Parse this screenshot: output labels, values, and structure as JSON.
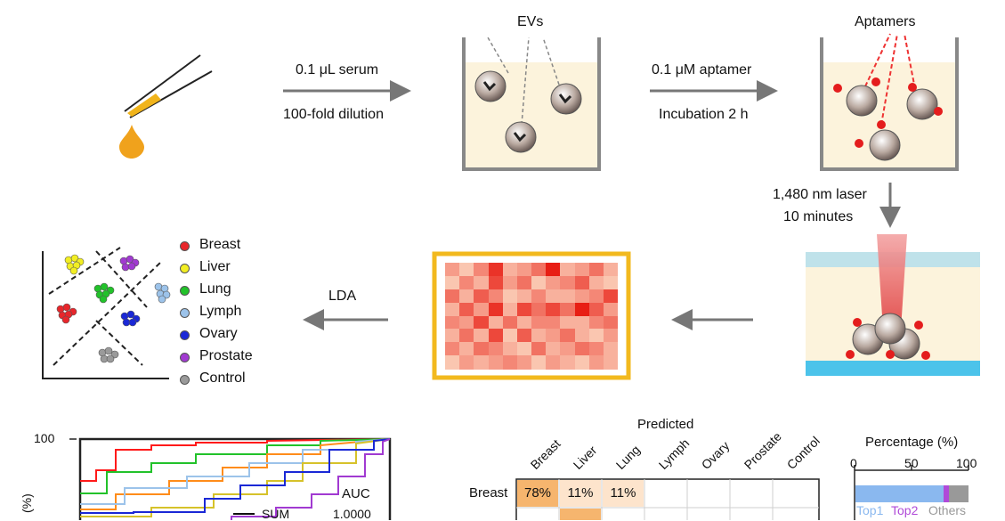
{
  "workflow": {
    "step1_line1": "0.1 μL serum",
    "step1_line2": "100-fold dilution",
    "evs_label": "EVs",
    "step2_line1": "0.1 μM aptamer",
    "step2_line2": "Incubation 2 h",
    "aptamers_label": "Aptamers",
    "laser_line1": "1,480 nm laser",
    "laser_line2": "10 minutes",
    "lda_label": "LDA"
  },
  "legend": [
    {
      "label": "Breast",
      "color": "#e8262b"
    },
    {
      "label": "Liver",
      "color": "#f2ee23"
    },
    {
      "label": "Lung",
      "color": "#22c22a"
    },
    {
      "label": "Lymph",
      "color": "#9cc3ea"
    },
    {
      "label": "Ovary",
      "color": "#1a28d6"
    },
    {
      "label": "Prostate",
      "color": "#a13ad1"
    },
    {
      "label": "Control",
      "color": "#9a9a9a"
    }
  ],
  "heatmap": {
    "rows": 8,
    "cols": 12,
    "values": [
      [
        0.4,
        0.2,
        0.5,
        0.9,
        0.3,
        0.4,
        0.6,
        1.0,
        0.3,
        0.4,
        0.6,
        0.3
      ],
      [
        0.2,
        0.5,
        0.3,
        0.8,
        0.4,
        0.6,
        0.2,
        0.4,
        0.5,
        0.7,
        0.3,
        0.2
      ],
      [
        0.6,
        0.3,
        0.7,
        0.5,
        0.2,
        0.3,
        0.5,
        0.3,
        0.3,
        0.4,
        0.5,
        0.8
      ],
      [
        0.3,
        0.7,
        0.4,
        0.9,
        0.3,
        0.8,
        0.6,
        0.8,
        0.6,
        1.0,
        0.7,
        0.4
      ],
      [
        0.5,
        0.4,
        0.8,
        0.3,
        0.6,
        0.3,
        0.5,
        0.5,
        0.3,
        0.3,
        0.5,
        0.6
      ],
      [
        0.3,
        0.6,
        0.3,
        0.8,
        0.2,
        0.7,
        0.3,
        0.4,
        0.6,
        0.3,
        0.2,
        0.4
      ],
      [
        0.5,
        0.3,
        0.6,
        0.5,
        0.3,
        0.2,
        0.6,
        0.3,
        0.4,
        0.6,
        0.5,
        0.3
      ],
      [
        0.2,
        0.4,
        0.3,
        0.4,
        0.5,
        0.4,
        0.2,
        0.4,
        0.3,
        0.2,
        0.4,
        0.3
      ]
    ]
  },
  "roc": {
    "y_tick_top": "100",
    "auc_header": "AUC",
    "sum_label": "SUM",
    "sum_value": "1.0000",
    "ylabel_partial": "(%)"
  },
  "confusion": {
    "title": "Predicted",
    "columns": [
      "Breast",
      "Liver",
      "Lung",
      "Lymph",
      "Ovary",
      "Prostate",
      "Control"
    ],
    "row_label": "Breast",
    "row_values": [
      "78%",
      "11%",
      "11%",
      "",
      "",
      "",
      ""
    ]
  },
  "percentage": {
    "title": "Percentage (%)",
    "ticks": [
      "0",
      "50",
      "100"
    ],
    "legend_top1": "Top1",
    "legend_top2": "Top2",
    "legend_others": "Others",
    "top1_color": "#8ab8ef",
    "top2_color": "#b04ad8",
    "others_color": "#999999",
    "row1": {
      "top1": 0.78,
      "top2": 0.05,
      "others": 0.17
    }
  }
}
